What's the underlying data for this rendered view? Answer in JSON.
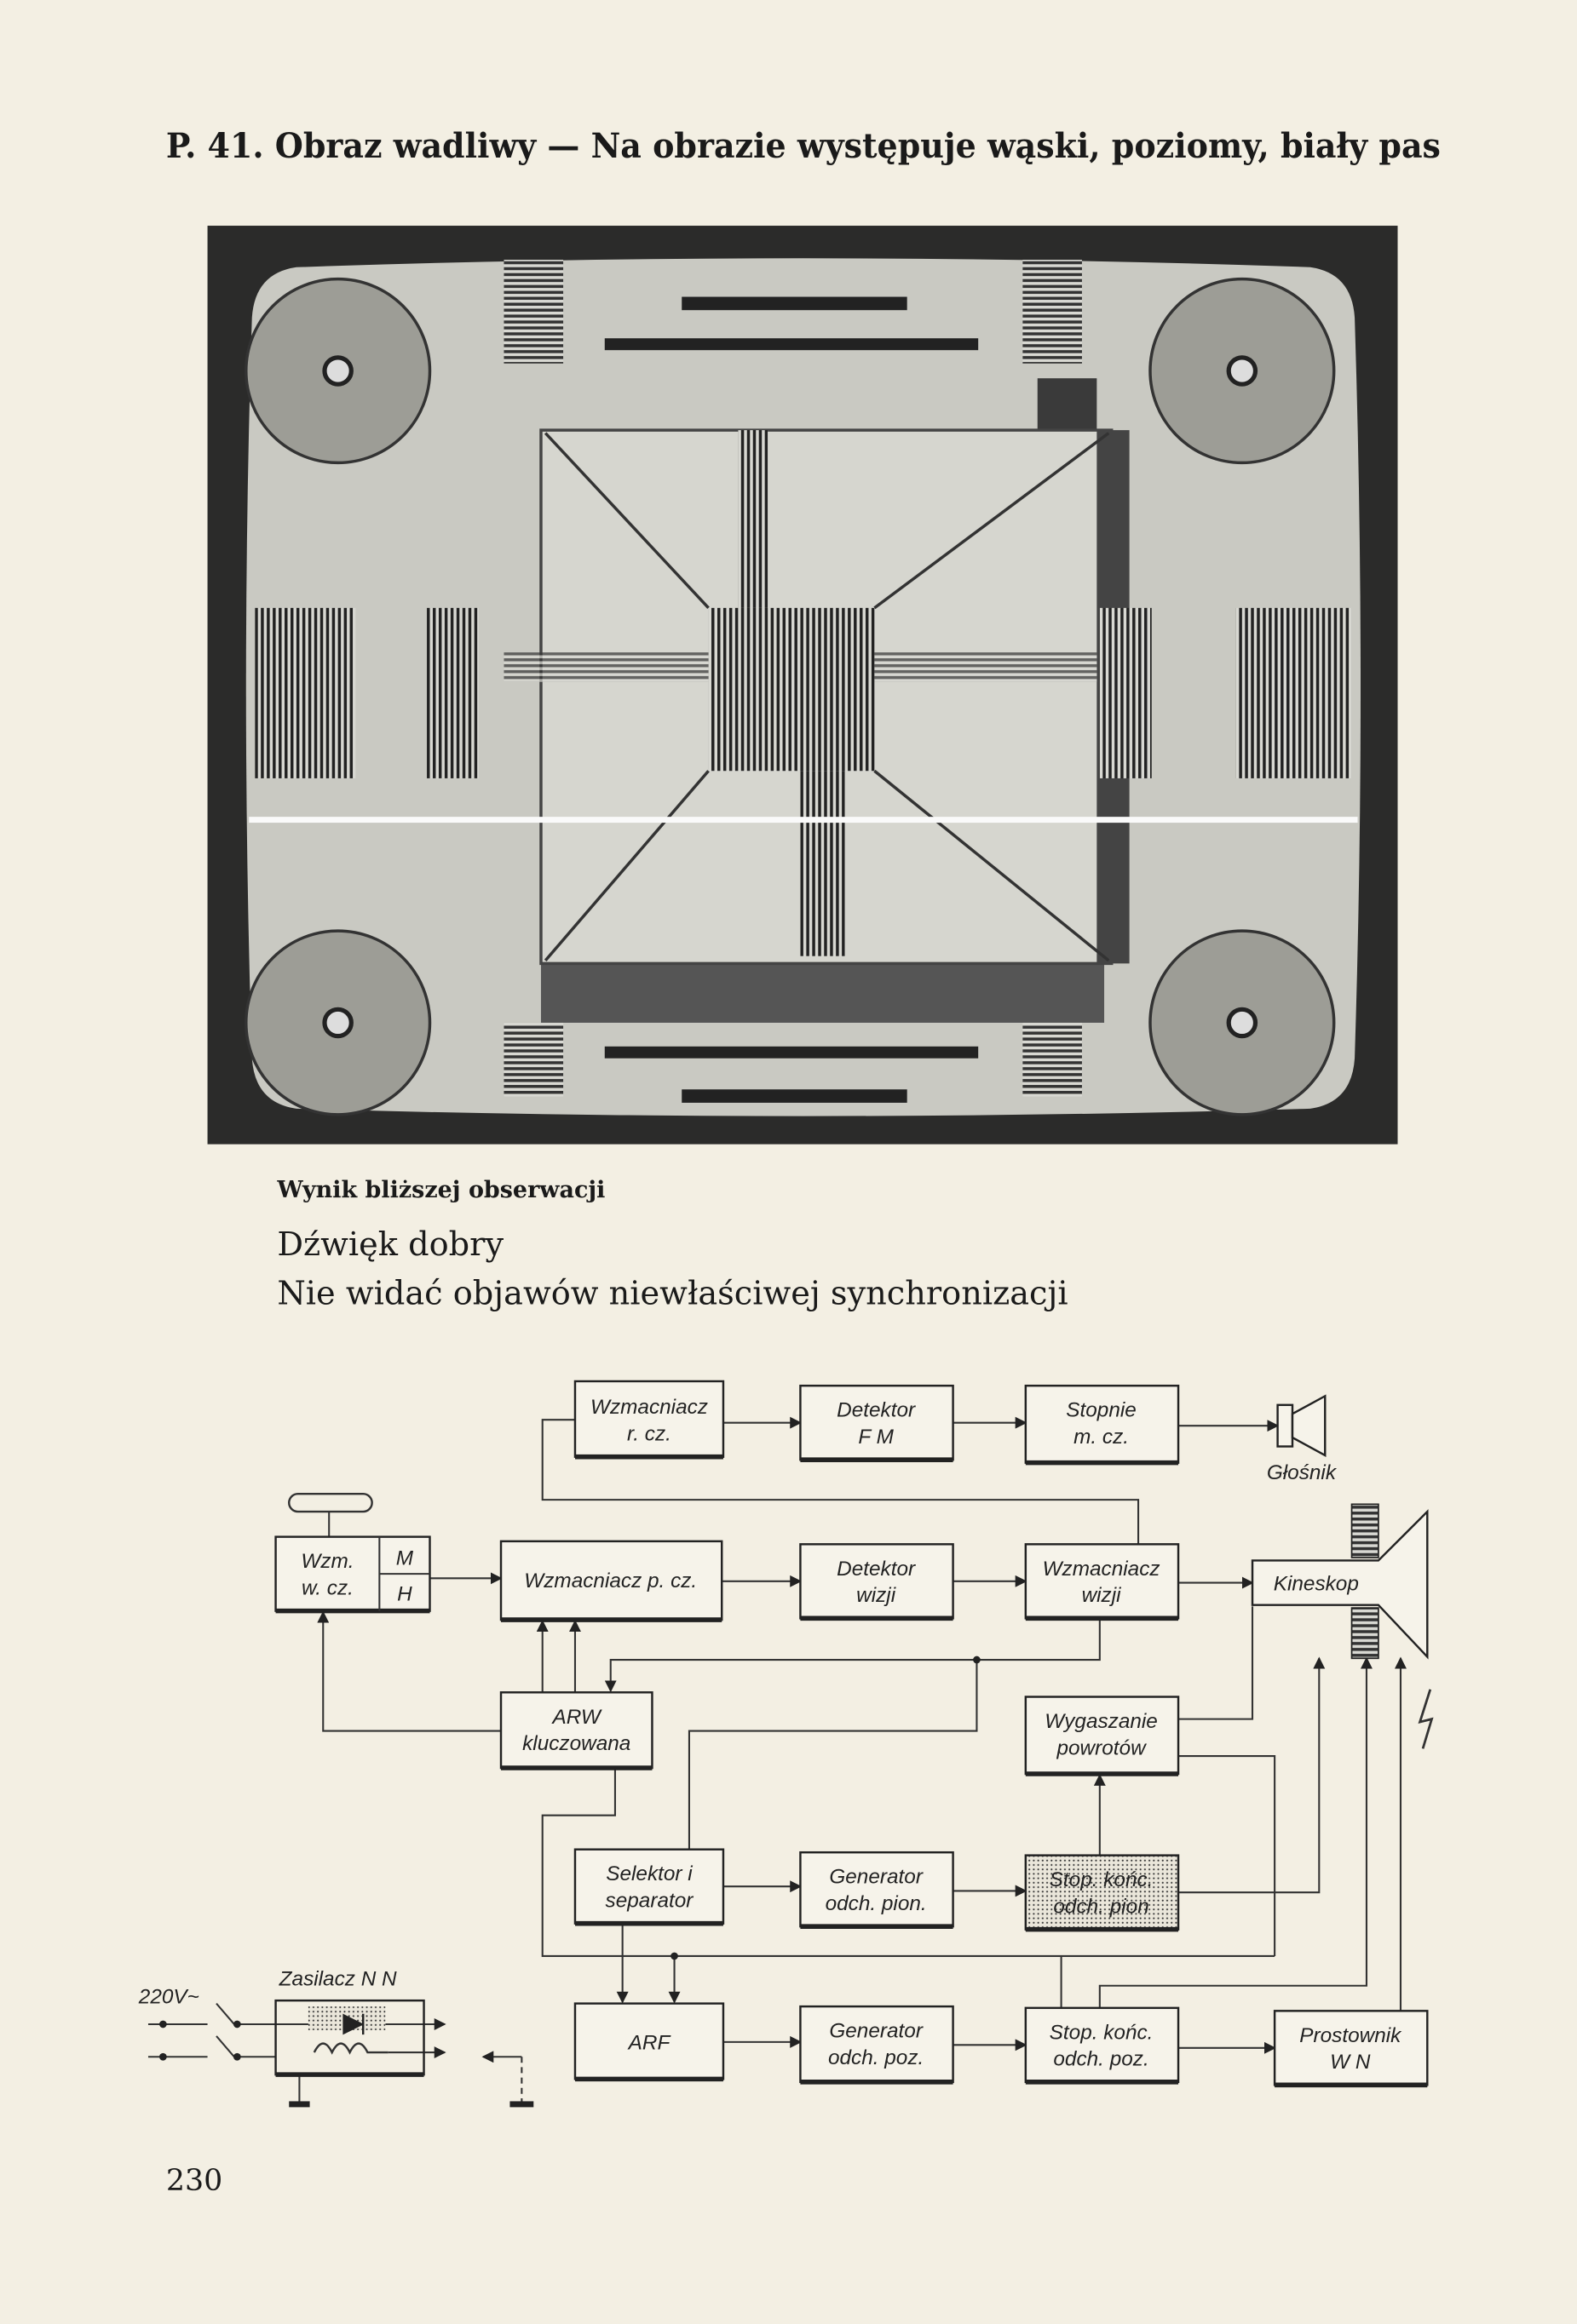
{
  "header": {
    "title": "P. 41. Obraz wadliwy — Na obrazie występuje wąski, poziomy, biały pas"
  },
  "observation": {
    "heading": "Wynik bliższej obserwacji",
    "lines": [
      "Dźwięk dobry",
      "Nie widać objawów niewłaściwej synchronizacji"
    ]
  },
  "diagram": {
    "rf_amp_sound": [
      "Wzmacniacz",
      "r. cz."
    ],
    "fm_detector": [
      "Detektor",
      "F M"
    ],
    "audio_stages": [
      "Stopnie",
      "m. cz."
    ],
    "speaker": "Głośnik",
    "tuner": [
      "Wzm.",
      "w. cz."
    ],
    "tuner_bands": [
      "M",
      "H"
    ],
    "if_amp": "Wzmacniacz p. cz.",
    "video_detector": [
      "Detektor",
      "wizji"
    ],
    "video_amp": [
      "Wzmacniacz",
      "wizji"
    ],
    "crt": "Kineskop",
    "agc": [
      "ARW",
      "kluczowana"
    ],
    "blanking": [
      "Wygaszanie",
      "powrotów"
    ],
    "sync_sep": [
      "Selektor i",
      "separator"
    ],
    "vert_gen": [
      "Generator",
      "odch. pion."
    ],
    "vert_out": [
      "Stop. końc.",
      "odch. pion"
    ],
    "afc": "ARF",
    "horiz_gen": [
      "Generator",
      "odch. poz."
    ],
    "horiz_out": [
      "Stop. końc.",
      "odch. poz."
    ],
    "hv_rect": [
      "Prostownik",
      "W N"
    ],
    "psu": "Zasilacz N N",
    "mains": "220V~"
  },
  "footer": {
    "page_number": "230"
  }
}
